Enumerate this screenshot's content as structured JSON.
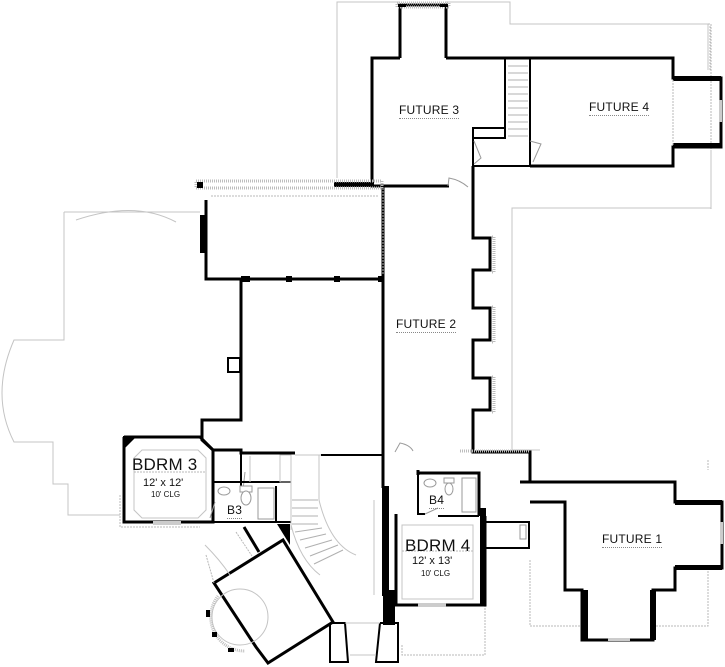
{
  "plan": {
    "type": "floor-plan",
    "colors": {
      "wall": "#000000",
      "outline": "#b8b8b8",
      "fixture": "#9a9a9a",
      "background": "#ffffff"
    },
    "rooms": [
      {
        "id": "future-3",
        "label": "FUTURE 3"
      },
      {
        "id": "future-4",
        "label": "FUTURE 4"
      },
      {
        "id": "future-2",
        "label": "FUTURE 2"
      },
      {
        "id": "future-1",
        "label": "FUTURE 1"
      },
      {
        "id": "bdrm-3",
        "label": "BDRM 3",
        "size": "12' x 12'",
        "ceiling": "10' CLG"
      },
      {
        "id": "bdrm-4",
        "label": "BDRM 4",
        "size": "12' x 13'",
        "ceiling": "10' CLG"
      },
      {
        "id": "bath-3",
        "label": "B3"
      },
      {
        "id": "bath-4",
        "label": "B4"
      }
    ]
  }
}
